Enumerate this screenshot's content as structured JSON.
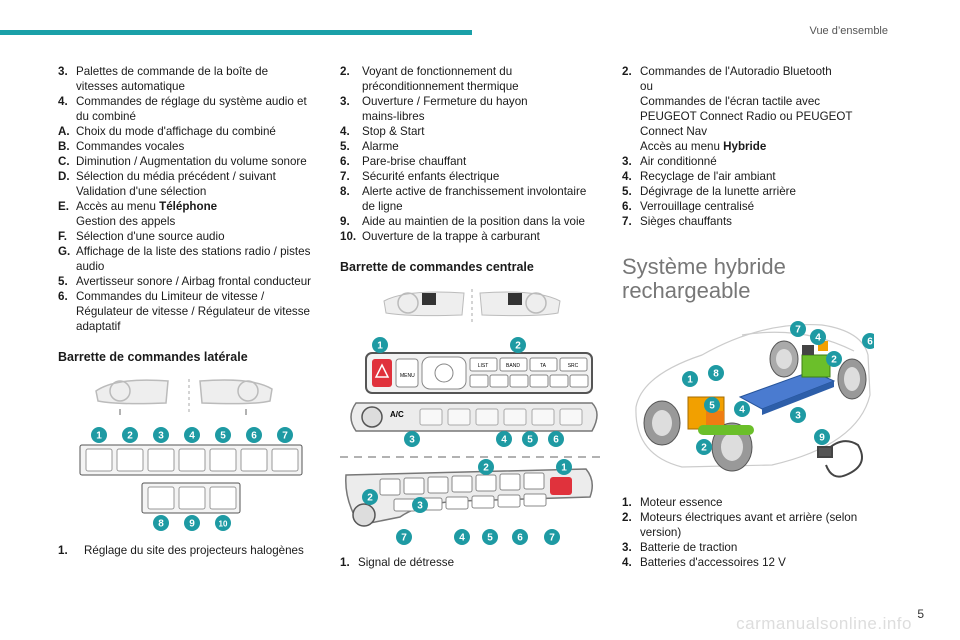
{
  "header": {
    "section": "Vue d’ensemble"
  },
  "page_number": "5",
  "watermark": "carmanualsonline.info",
  "col1": {
    "items": [
      {
        "num": "3.",
        "lines": [
          "Palettes de commande de la boîte de",
          "vitesses automatique"
        ]
      },
      {
        "num": "4.",
        "lines": [
          "Commandes de réglage du système audio et",
          "du combiné"
        ]
      },
      {
        "num": "A.",
        "lines": [
          "Choix du mode d'affichage du combiné"
        ]
      },
      {
        "num": "B.",
        "lines": [
          "Commandes vocales"
        ]
      },
      {
        "num": "C.",
        "lines": [
          "Diminution / Augmentation du volume sonore"
        ]
      },
      {
        "num": "D.",
        "lines": [
          "Sélection du média précédent / suivant",
          "Validation d'une sélection"
        ]
      },
      {
        "num": "E.",
        "pre": "Accès au menu ",
        "bold": "Téléphone",
        "lines": [
          "Gestion des appels"
        ]
      },
      {
        "num": "F.",
        "lines": [
          "Sélection d'une source audio"
        ]
      },
      {
        "num": "G.",
        "lines": [
          "Affichage de la liste des stations radio / pistes",
          "audio"
        ]
      },
      {
        "num": "5.",
        "lines": [
          "Avertisseur sonore / Airbag frontal conducteur"
        ]
      },
      {
        "num": "6.",
        "lines": [
          "Commandes du Limiteur de vitesse /",
          "Régulateur de vitesse / Régulateur de vitesse",
          "adaptatif"
        ]
      }
    ],
    "subtitle": "Barrette de commandes latérale",
    "figure_labels": [
      "1",
      "2",
      "3",
      "4",
      "5",
      "6",
      "7",
      "8",
      "9",
      "10"
    ],
    "bottom_item": {
      "num": "1.",
      "text": "Réglage du site des projecteurs halogènes"
    }
  },
  "col2": {
    "items": [
      {
        "num": "2.",
        "lines": [
          "Voyant de fonctionnement du",
          "préconditionnement thermique"
        ]
      },
      {
        "num": "3.",
        "lines": [
          "Ouverture / Fermeture du hayon",
          "mains-libres"
        ]
      },
      {
        "num": "4.",
        "lines": [
          "Stop & Start"
        ]
      },
      {
        "num": "5.",
        "lines": [
          "Alarme"
        ]
      },
      {
        "num": "6.",
        "lines": [
          "Pare-brise chauffant"
        ]
      },
      {
        "num": "7.",
        "lines": [
          "Sécurité enfants électrique"
        ]
      },
      {
        "num": "8.",
        "lines": [
          "Alerte active de franchissement involontaire",
          "de ligne"
        ]
      },
      {
        "num": "9.",
        "lines": [
          "Aide au maintien de la position dans la voie"
        ]
      },
      {
        "num": "10.",
        "lines": [
          "Ouverture de la trappe à carburant"
        ]
      }
    ],
    "subtitle": "Barrette de commandes centrale",
    "panel_keys": [
      "LIST",
      "BAND",
      "TA",
      "SRC",
      "MENU",
      "A/C"
    ],
    "bottom_item": {
      "num": "1.",
      "text": "Signal de détresse"
    }
  },
  "col3": {
    "items": [
      {
        "num": "2.",
        "lines": [
          "Commandes de l'Autoradio Bluetooth",
          "ou",
          "Commandes de l'écran tactile avec",
          "PEUGEOT Connect Radio ou PEUGEOT",
          "Connect Nav"
        ],
        "pre": "Accès au menu ",
        "bold": "Hybride"
      },
      {
        "num": "3.",
        "lines": [
          "Air conditionné"
        ]
      },
      {
        "num": "4.",
        "lines": [
          "Recyclage de l'air ambiant"
        ]
      },
      {
        "num": "5.",
        "lines": [
          "Dégivrage de la lunette arrière"
        ]
      },
      {
        "num": "6.",
        "lines": [
          "Verrouillage centralisé"
        ]
      },
      {
        "num": "7.",
        "lines": [
          "Sièges chauffants"
        ]
      }
    ],
    "big_title_lines": [
      "Système hybride",
      "rechargeable"
    ],
    "bottom_items": [
      {
        "num": "1.",
        "lines": [
          "Moteur essence"
        ]
      },
      {
        "num": "2.",
        "lines": [
          "Moteurs électriques avant et arrière (selon",
          "version)"
        ]
      },
      {
        "num": "3.",
        "lines": [
          "Batterie de traction"
        ]
      },
      {
        "num": "4.",
        "lines": [
          "Batteries d'accessoires 12 V"
        ]
      }
    ]
  },
  "colors": {
    "accent": "#1aa0a8",
    "badge": "#1e9aa3",
    "hazard": "#e0323c",
    "engine": "#f2a000",
    "motor": "#6bbf2a",
    "battery": "#4a7bd0"
  }
}
